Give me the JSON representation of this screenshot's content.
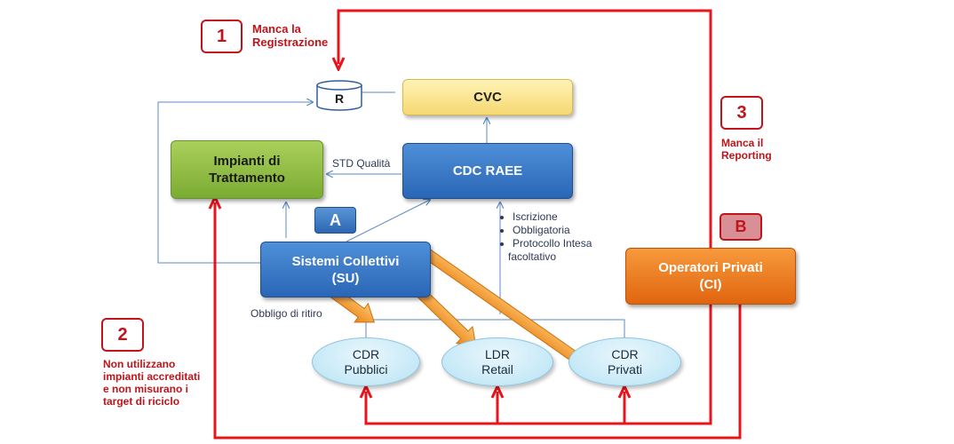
{
  "boxes": {
    "cvc": "CVC",
    "cdc_raee": "CDC RAEE",
    "impianti": "Impianti  di\nTrattamento",
    "sistemi_collettivi": "Sistemi  Collettivi\n(SU)",
    "operatori_privati": "Operatori Privati\n(CI)",
    "registro": "R"
  },
  "badges": {
    "a": "A",
    "b": "B",
    "n1": "1",
    "n2": "2",
    "n3": "3"
  },
  "ellipses": {
    "cdr_pubblici": "CDR\nPubblici",
    "ldr_retail": "LDR\nRetail",
    "cdr_privati": "CDR\nPrivati"
  },
  "labels": {
    "std_qualita": "STD Qualità",
    "obbligo_ritiro": "Obbligo di ritiro",
    "conditions": [
      "Iscrizione",
      "Obbligatoria",
      "Protocollo Intesa"
    ],
    "conditions_tail": "facoltativo"
  },
  "notes": {
    "n1": "Manca la\nRegistrazione",
    "n2": "Non utilizzano\nimpianti accreditati\ne non misurano i\ntarget di riciclo",
    "n3": "Manca il\nReporting"
  },
  "colors": {
    "red_line": "#e8141c",
    "blue_line": "#5b8ac4",
    "orange_arrow": "#f39a2a"
  }
}
